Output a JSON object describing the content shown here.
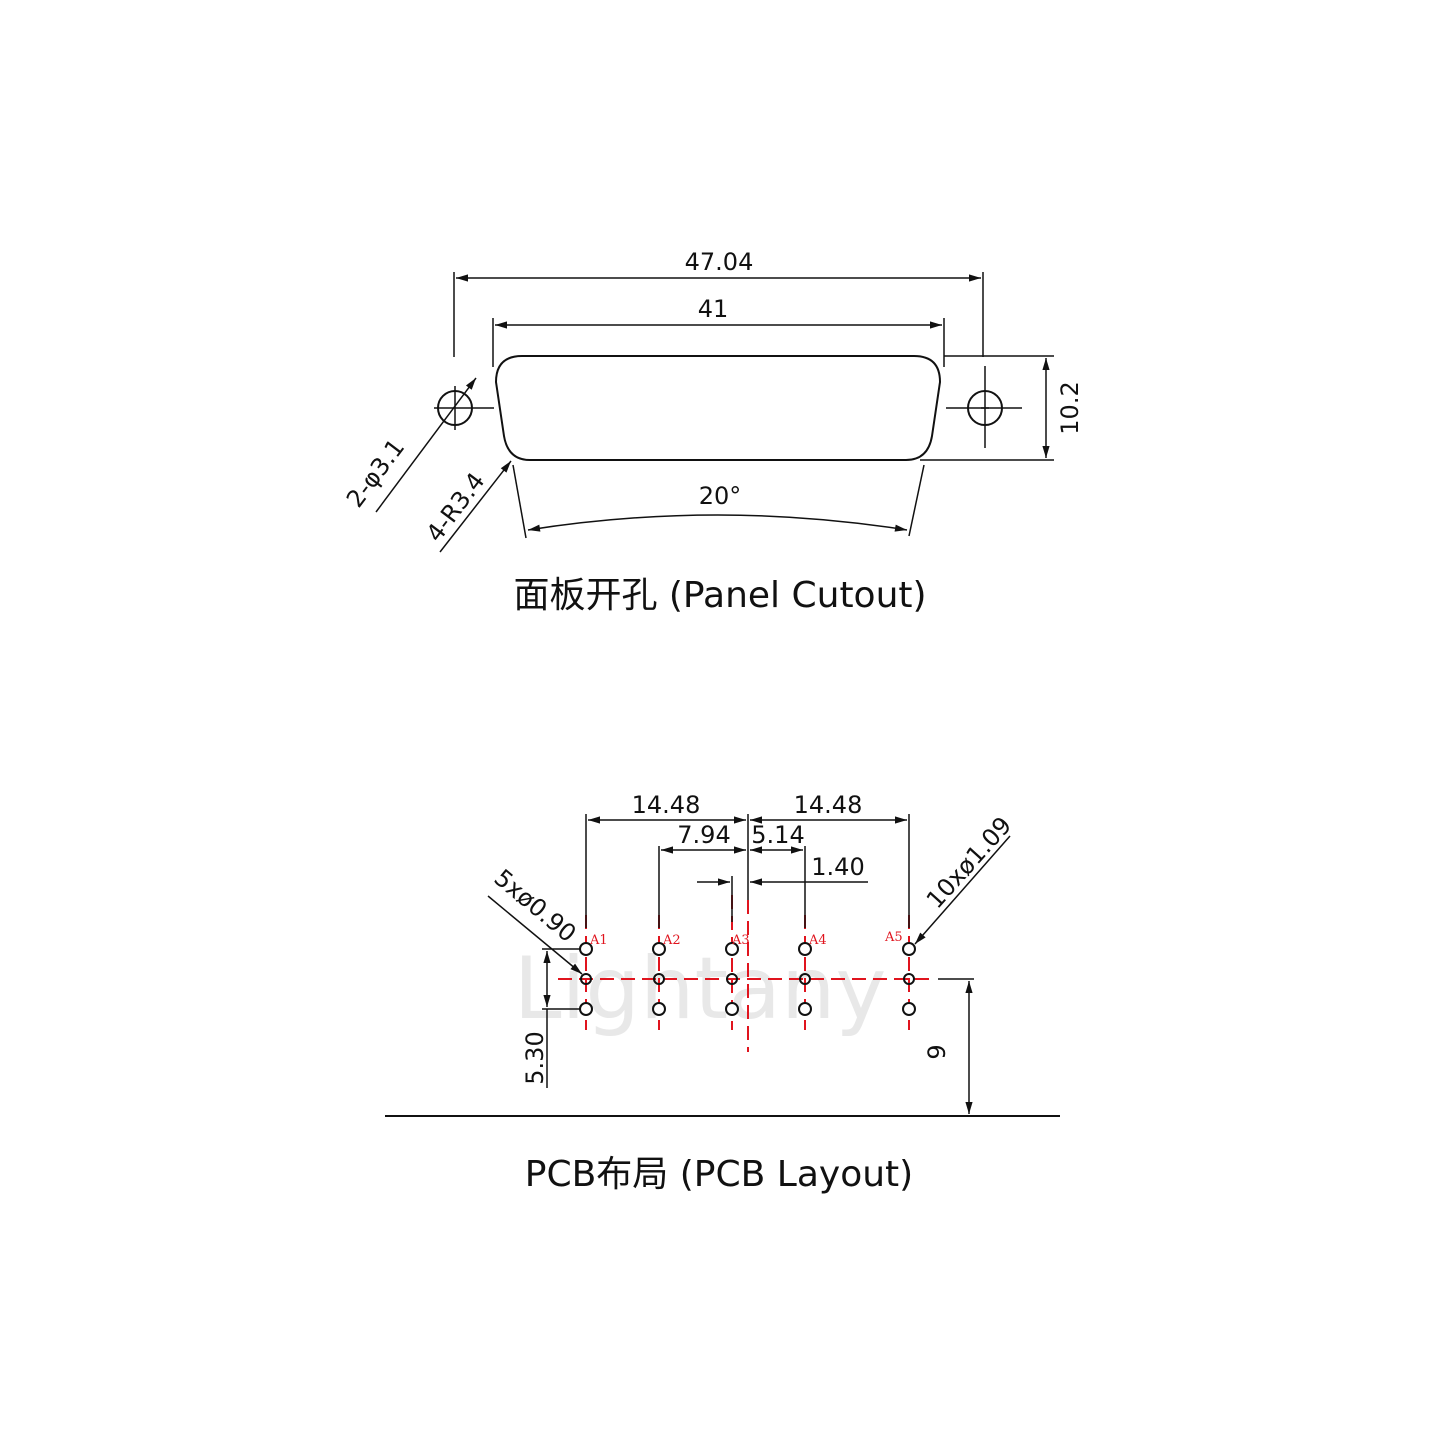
{
  "panel_cutout": {
    "title": "面板开孔 (Panel Cutout)",
    "dims": {
      "overall_width": "47.04",
      "cutout_width": "41",
      "height": "10.2",
      "angle": "20°",
      "mount_holes": "2-φ3.1",
      "corner_radius": "4-R3.4"
    }
  },
  "pcb_layout": {
    "title": "PCB布局 (PCB Layout)",
    "dims": {
      "left_span": "14.48",
      "right_span": "14.48",
      "a2_offset": "7.94",
      "a4_offset": "5.14",
      "a3_offset": "1.40",
      "small_holes": "5xø0.90",
      "large_holes": "10xø1.09",
      "row_pitch": "5.30",
      "edge_distance": "9"
    },
    "pin_labels": [
      "A1",
      "A2",
      "A3",
      "A4",
      "A5"
    ],
    "watermark": "Lightany"
  },
  "colors": {
    "line": "#111111",
    "centerline": "#e0141e",
    "watermark": "#d9d9d9"
  }
}
